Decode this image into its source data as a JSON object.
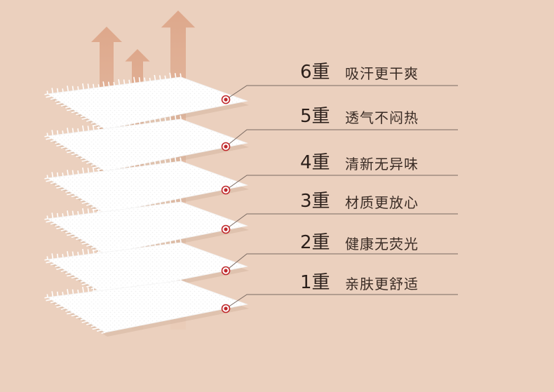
{
  "colors": {
    "background": "#ebd0be",
    "sheet": "#ffffff",
    "marker": "#c0282b",
    "leader_line": "#7a6a62",
    "arrow": "#d9a58a"
  },
  "layers": [
    {
      "label": "6重",
      "benefit": "吸汗更干爽"
    },
    {
      "label": "5重",
      "benefit": "透气不闷热"
    },
    {
      "label": "4重",
      "benefit": "清新无异味"
    },
    {
      "label": "3重",
      "benefit": "材质更放心"
    },
    {
      "label": "2重",
      "benefit": "健康无荧光"
    },
    {
      "label": "1重",
      "benefit": "亲肤更舒适"
    }
  ]
}
